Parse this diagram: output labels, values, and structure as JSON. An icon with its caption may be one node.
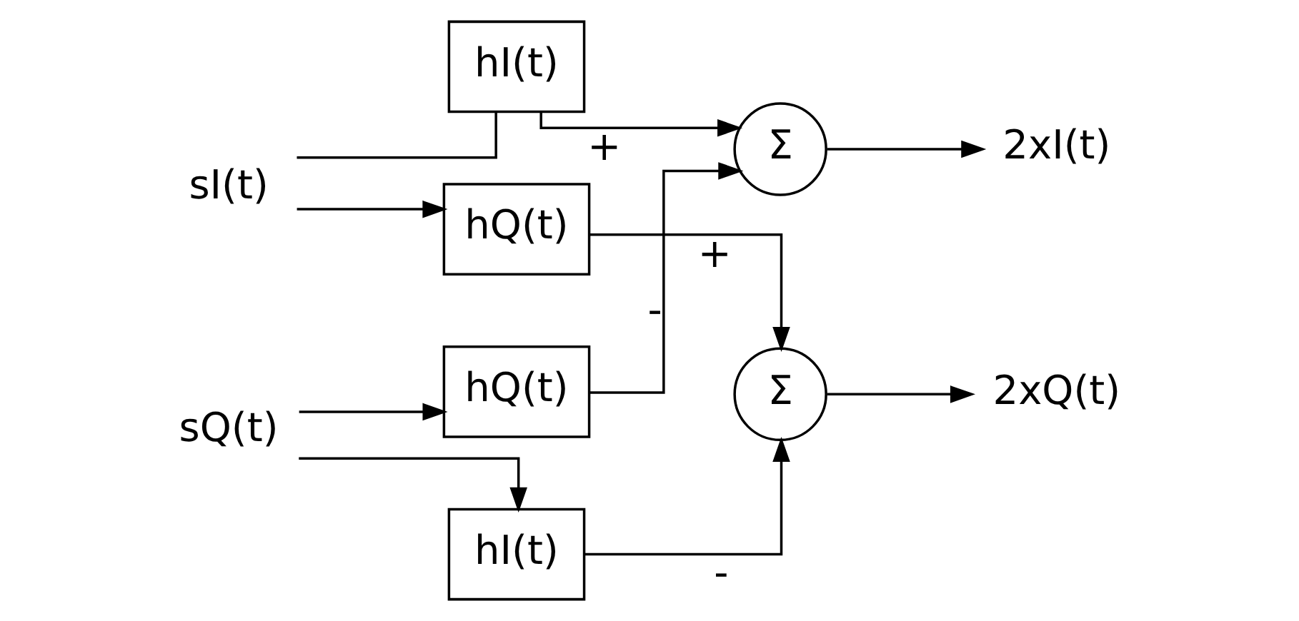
{
  "diagram": {
    "nodes": [
      {
        "text": [
          "sI(t)"
        ]
      },
      {
        "text": [
          "sQ(t)"
        ]
      },
      {
        "text": [
          "hI(t)"
        ]
      },
      {
        "text": [
          "hQ(t)"
        ]
      },
      {
        "text": [
          "Σ"
        ]
      },
      {
        "text": [
          "hQ(t)"
        ]
      },
      {
        "text": [
          "hI(t)"
        ]
      },
      {
        "text": [
          "Σ"
        ]
      },
      {
        "text": [
          "2xI(t)"
        ]
      },
      {
        "text": [
          "2xQ(t)"
        ]
      }
    ],
    "edges": [
      {
        "from": 0,
        "to": 2,
        "arrow": "none"
      },
      {
        "from": 0,
        "to": 5,
        "arrow": "to"
      },
      {
        "from": 1,
        "to": 3,
        "arrow": "to"
      },
      {
        "from": 1,
        "to": 6,
        "arrow": "to"
      },
      {
        "from": 2,
        "to": 4,
        "arrow": "to",
        "label": "+"
      },
      {
        "from": 3,
        "to": 4,
        "arrow": "to",
        "label": "-"
      },
      {
        "from": 5,
        "to": 7,
        "arrow": "to",
        "label": "+"
      },
      {
        "from": 6,
        "to": 7,
        "arrow": "to",
        "label": "-"
      },
      {
        "from": 4,
        "to": 8,
        "arrow": "to"
      },
      {
        "from": 7,
        "to": 9,
        "arrow": "to"
      }
    ]
  }
}
